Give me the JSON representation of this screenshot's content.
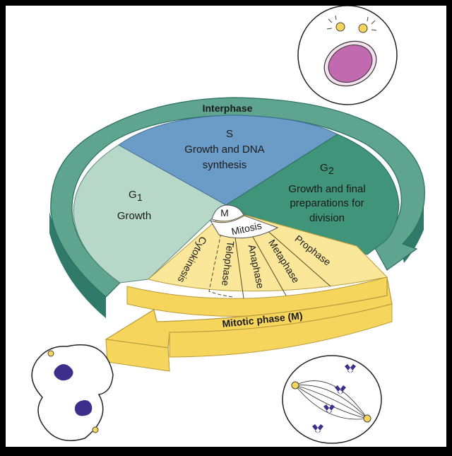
{
  "colors": {
    "background": "#000000",
    "card": "#ffffff",
    "interphase_arrow": "#5fa48f",
    "interphase_arrow_side": "#2f7a68",
    "s_sector": "#6b9cc7",
    "g1_sector": "#b7d7c9",
    "g2_sector": "#3f9479",
    "mitotic_yellow": "#fbe79a",
    "mitotic_arrow": "#f6d55c",
    "nucleus": "#c16ab0",
    "chromosome": "#3d2e8c"
  },
  "diagram": {
    "interphase_label": "Interphase",
    "s": {
      "title": "S",
      "line1": "Growth and DNA",
      "line2": "synthesis"
    },
    "g1": {
      "title": "G",
      "subscript": "1",
      "desc": "Growth"
    },
    "g2": {
      "title": "G",
      "subscript": "2",
      "line1": "Growth and final",
      "line2": "preparations for",
      "line3": "division"
    },
    "m_label": "M",
    "mitosis_label": "Mitosis",
    "mitosis_stages": [
      "Prophase",
      "Metaphase",
      "Anaphase",
      "Telophase"
    ],
    "cytokinesis_label": "Cytokinesis",
    "mitotic_phase_label": "Mitotic phase (M)"
  }
}
